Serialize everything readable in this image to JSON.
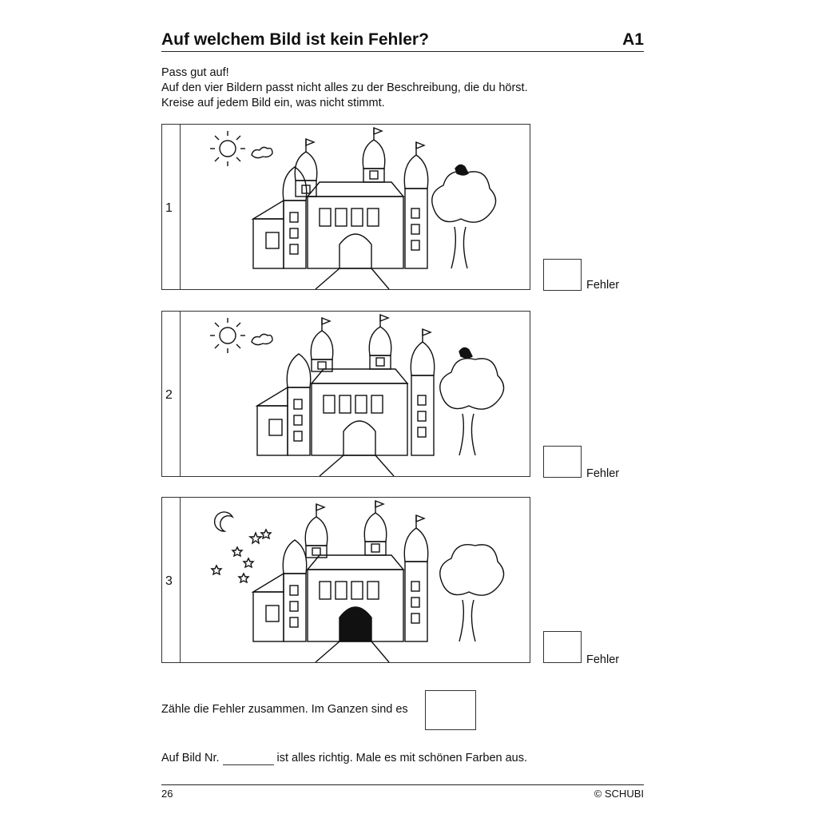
{
  "header": {
    "title": "Auf welchem Bild ist kein Fehler?",
    "code": "A1"
  },
  "instructions": [
    "Pass gut auf!",
    "Auf den vier Bildern passt nicht alles zu der Beschreibung, die du hörst.",
    "Kreise auf jedem Bild ein, was nicht stimmt."
  ],
  "pictures": [
    {
      "number": "1",
      "fehler_label": "Fehler"
    },
    {
      "number": "2",
      "fehler_label": "Fehler"
    },
    {
      "number": "3",
      "fehler_label": "Fehler"
    }
  ],
  "sum_text": "Zähle die Fehler zusammen. Im Ganzen sind es",
  "answer": {
    "before": "Auf Bild Nr.",
    "after": "ist alles richtig. Male es mit schönen Farben aus."
  },
  "footer": {
    "page": "26",
    "copyright": "© SCHUBI"
  }
}
